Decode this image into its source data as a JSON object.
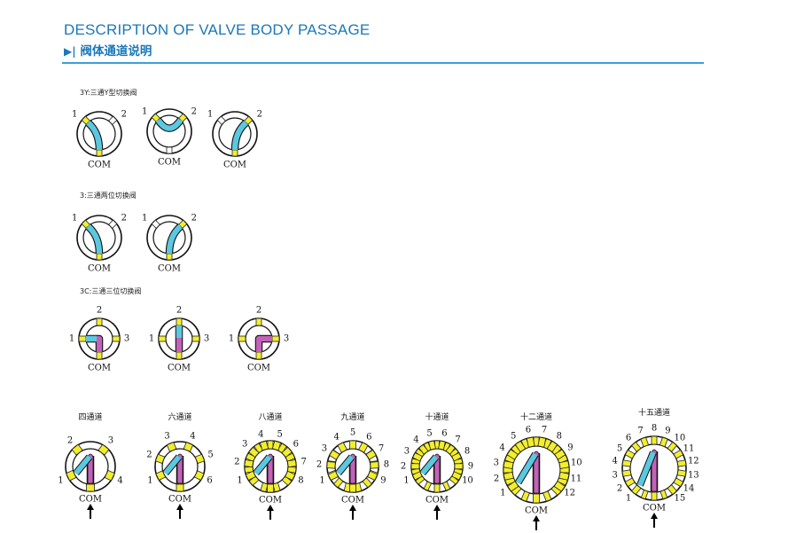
{
  "header": {
    "title": "DESCRIPTION OF VALVE BODY PASSAGE",
    "subtitle_marker": "▶|",
    "subtitle": "阀体通道说明"
  },
  "colors": {
    "accent": "#1a78b8",
    "port_yellow": "#f2ee2e",
    "flow_cyan": "#5bc8e0",
    "flow_magenta": "#c262b8"
  },
  "sections": {
    "y3": {
      "label": "3Y:三通Y型切换阀",
      "valves": [
        {
          "ports": [
            "1",
            "2",
            "COM"
          ]
        },
        {
          "ports": [
            "1",
            "2",
            "COM"
          ]
        },
        {
          "ports": [
            "1",
            "2",
            "COM"
          ]
        }
      ]
    },
    "t3": {
      "label": "3:三通两位切换阀",
      "valves": [
        {
          "ports": [
            "1",
            "2",
            "COM"
          ]
        },
        {
          "ports": [
            "1",
            "2",
            "COM"
          ]
        }
      ]
    },
    "c3": {
      "label": "3C:三通三位切换阀",
      "valves": [
        {
          "ports": [
            "2",
            "1",
            "3",
            "COM"
          ]
        },
        {
          "ports": [
            "2",
            "1",
            "3",
            "COM"
          ]
        },
        {
          "ports": [
            "2",
            "1",
            "3",
            "COM"
          ]
        }
      ]
    }
  },
  "multiport": [
    {
      "title": "四通道",
      "ports": [
        "1",
        "2",
        "3",
        "4"
      ],
      "com": "COM"
    },
    {
      "title": "六通道",
      "ports": [
        "1",
        "2",
        "3",
        "4",
        "5",
        "6"
      ],
      "com": "COM"
    },
    {
      "title": "八通道",
      "ports": [
        "1",
        "2",
        "3",
        "4",
        "5",
        "6",
        "7",
        "8"
      ],
      "com": "COM"
    },
    {
      "title": "九通道",
      "ports": [
        "1",
        "2",
        "3",
        "4",
        "5",
        "6",
        "7",
        "8",
        "9"
      ],
      "com": "COM"
    },
    {
      "title": "十通道",
      "ports": [
        "1",
        "2",
        "3",
        "4",
        "5",
        "6",
        "7",
        "8",
        "9",
        "10"
      ],
      "com": "COM"
    },
    {
      "title": "十二通道",
      "ports": [
        "1",
        "2",
        "3",
        "4",
        "5",
        "6",
        "7",
        "8",
        "9",
        "10",
        "11",
        "12"
      ],
      "com": "COM"
    },
    {
      "title": "十五通道",
      "ports": [
        "1",
        "2",
        "3",
        "4",
        "5",
        "6",
        "7",
        "8",
        "9",
        "10",
        "11",
        "12",
        "13",
        "14",
        "15"
      ],
      "com": "COM"
    }
  ]
}
